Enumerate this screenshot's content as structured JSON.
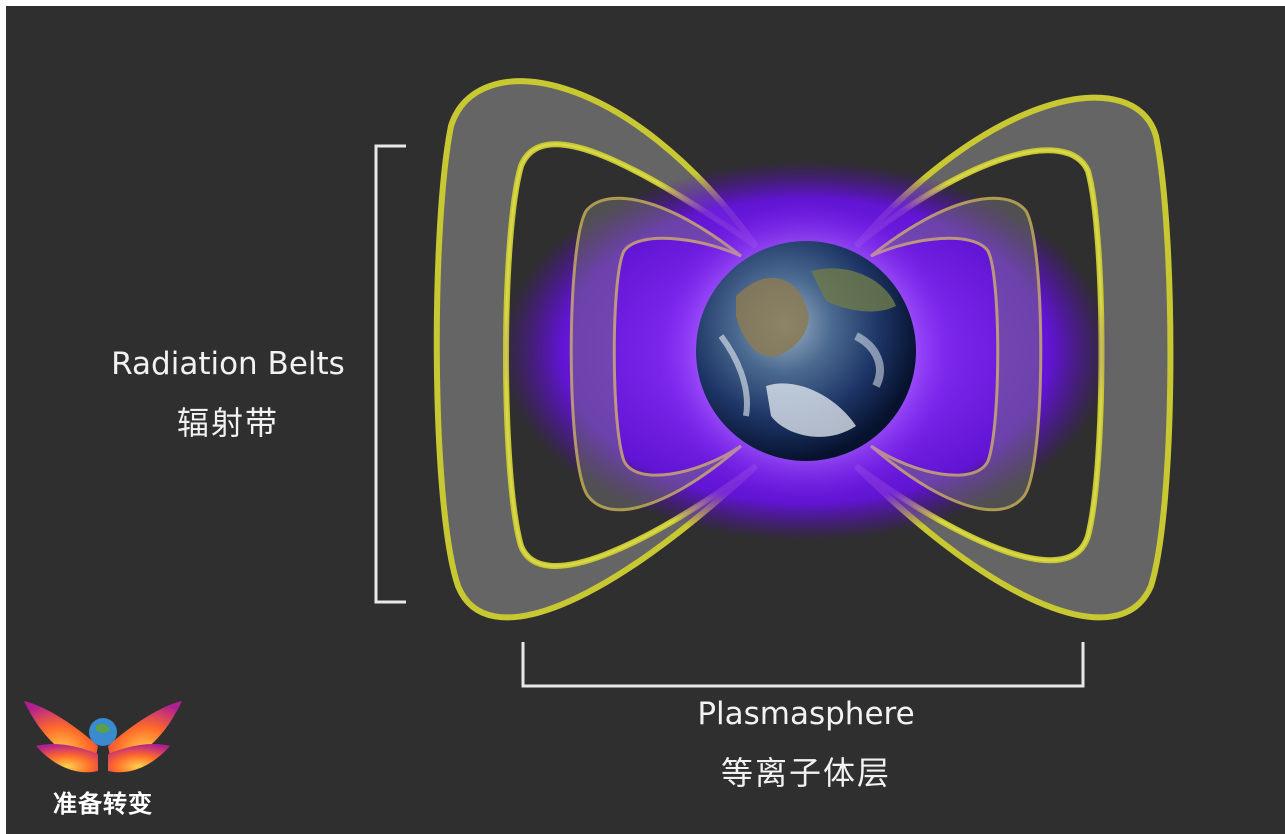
{
  "labels": {
    "radiation_belts_en": "Radiation Belts",
    "radiation_belts_zh": "辐射带",
    "plasmasphere_en": "Plasmasphere",
    "plasmasphere_zh": "等离子体层"
  },
  "logo": {
    "icon": "winged-globe-icon",
    "text": "准备转变"
  },
  "colors": {
    "background": "#2f2f2f",
    "belt_outline": "#c8c832",
    "belt_fill": "#6e6e6e",
    "plasmasphere": "#7a1fff",
    "bracket": "#e8e8e8"
  }
}
